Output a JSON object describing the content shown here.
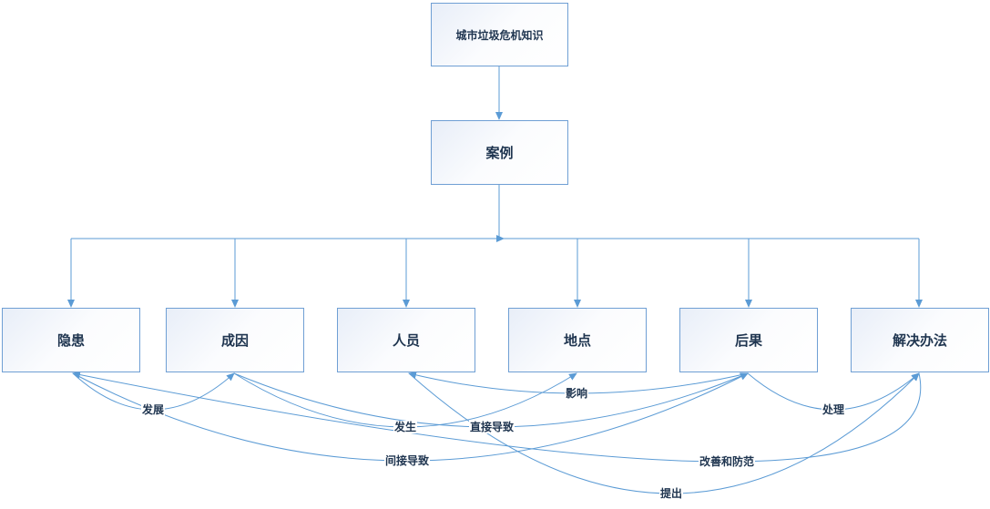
{
  "nodes": {
    "root": "城市垃圾危机知识",
    "case": "案例",
    "hazard": "隐患",
    "cause": "成因",
    "people": "人员",
    "place": "地点",
    "consequence": "后果",
    "solution": "解决办法"
  },
  "edges": {
    "develop": "发展",
    "occur": "发生",
    "direct": "直接导致",
    "influence": "影响",
    "indirect": "间接导致",
    "improve": "改善和防范",
    "propose": "提出",
    "handle": "处理"
  },
  "colors": {
    "line": "#5b9bd5",
    "border": "#6f9fd4",
    "text": "#1f3550"
  }
}
